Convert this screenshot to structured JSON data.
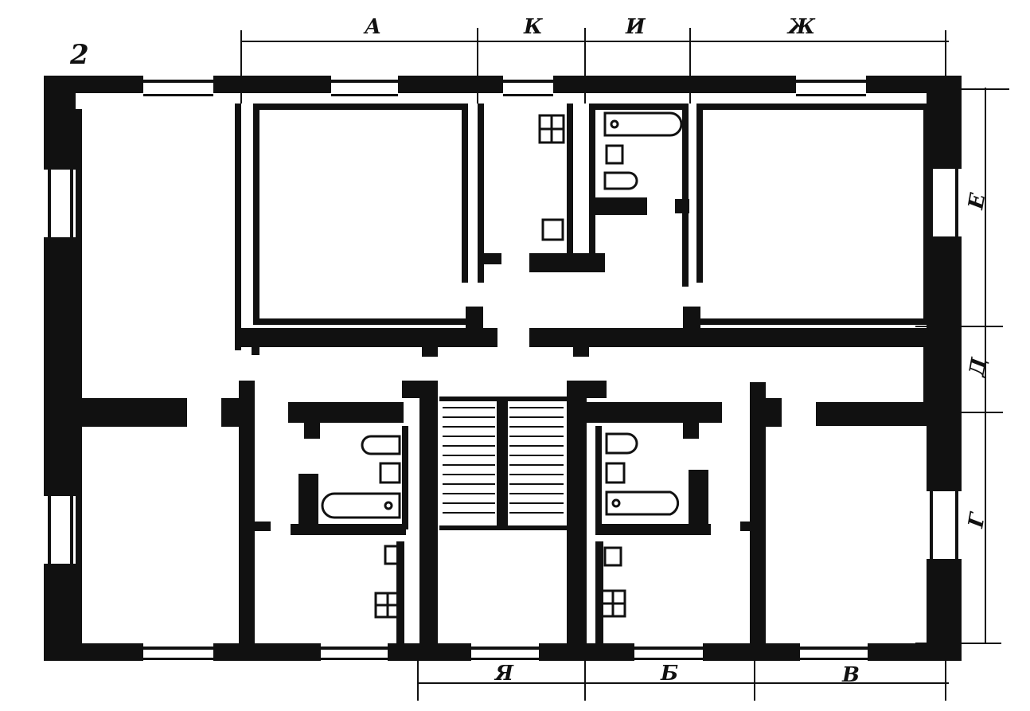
{
  "figure_number": "2",
  "dimension_labels": {
    "top": [
      "А",
      "К",
      "И",
      "Ж"
    ],
    "bottom": [
      "Я",
      "Б",
      "В"
    ],
    "right": [
      "Е",
      "Д",
      "Г"
    ]
  },
  "colors": {
    "ink": "#111111",
    "paper": "#ffffff"
  }
}
